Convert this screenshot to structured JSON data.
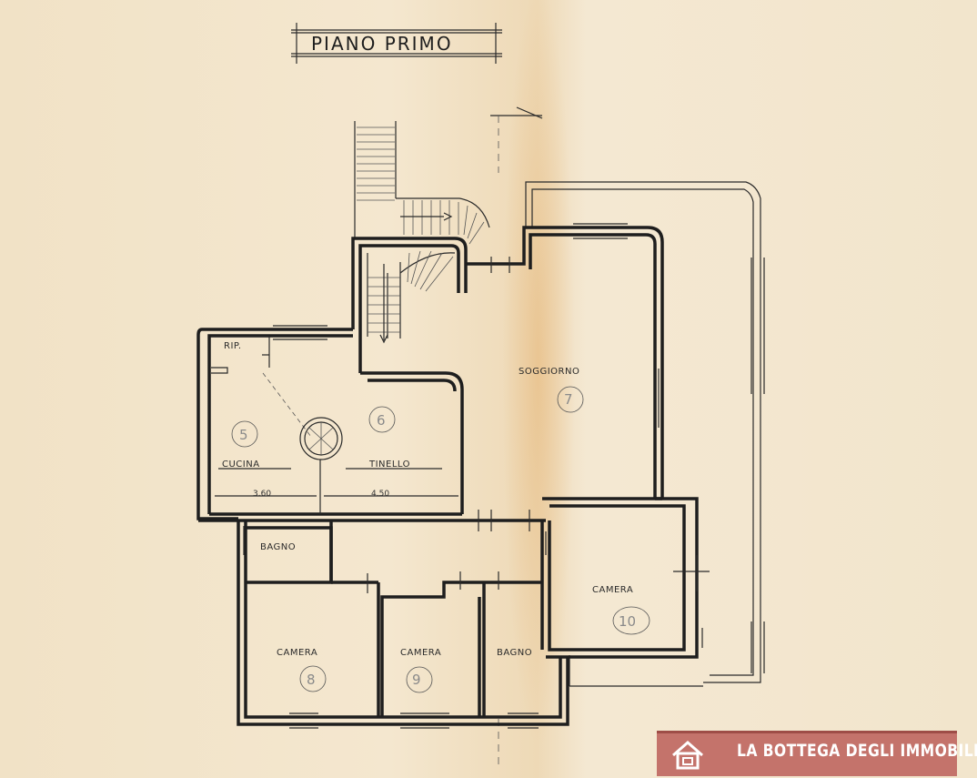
{
  "plan": {
    "title": "PIANO PRIMO",
    "rooms": [
      {
        "id": "rip",
        "label": "RIP."
      },
      {
        "id": "cucina",
        "label": "CUCINA",
        "number": "5",
        "dimension": "3.60"
      },
      {
        "id": "tinello",
        "label": "TINELLO",
        "number": "6",
        "dimension": "4.50"
      },
      {
        "id": "soggiorno",
        "label": "SOGGIORNO",
        "number": "7"
      },
      {
        "id": "bagno1",
        "label": "BAGNO"
      },
      {
        "id": "camera1",
        "label": "CAMERA",
        "number": "8"
      },
      {
        "id": "camera2",
        "label": "CAMERA",
        "number": "9"
      },
      {
        "id": "bagno2",
        "label": "BAGNO"
      },
      {
        "id": "camera3",
        "label": "CAMERA",
        "number": "10"
      }
    ]
  },
  "brand": {
    "name": "LA BOTTEGA DEGLI IMMOBILI",
    "icon": "house-icon",
    "color": "#c4736b"
  }
}
